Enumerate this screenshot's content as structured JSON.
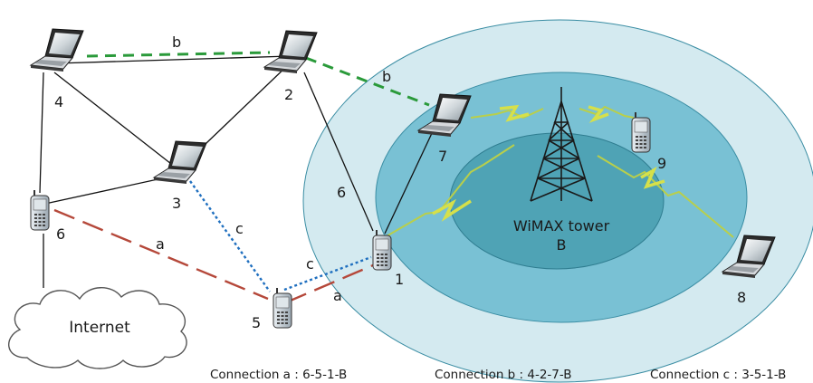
{
  "tower": {
    "name": "WiMAX tower",
    "id": "B"
  },
  "cloud_label": "Internet",
  "nodes": [
    {
      "id": "1",
      "type": "phone"
    },
    {
      "id": "2",
      "type": "laptop"
    },
    {
      "id": "3",
      "type": "laptop"
    },
    {
      "id": "4",
      "type": "laptop"
    },
    {
      "id": "5",
      "type": "phone"
    },
    {
      "id": "6",
      "type": "phone"
    },
    {
      "id": "7",
      "type": "laptop"
    },
    {
      "id": "8",
      "type": "laptop"
    },
    {
      "id": "9",
      "type": "phone"
    }
  ],
  "link_labels": {
    "a1": "a",
    "a2": "a",
    "b1": "b",
    "b2": "b",
    "c1": "c",
    "c2": "c",
    "hops": "6"
  },
  "colors": {
    "a": "#b5483a",
    "b": "#2a9a3a",
    "c": "#1f6fbf",
    "ring_outer": "#d4eaf0",
    "ring_mid": "#79c1d4",
    "ring_inner": "#4fa3b5"
  },
  "captions": {
    "a": "Connection a : 6-5-1-B",
    "b": "Connection b : 4-2-7-B",
    "c": "Connection c : 3-5-1-B"
  }
}
